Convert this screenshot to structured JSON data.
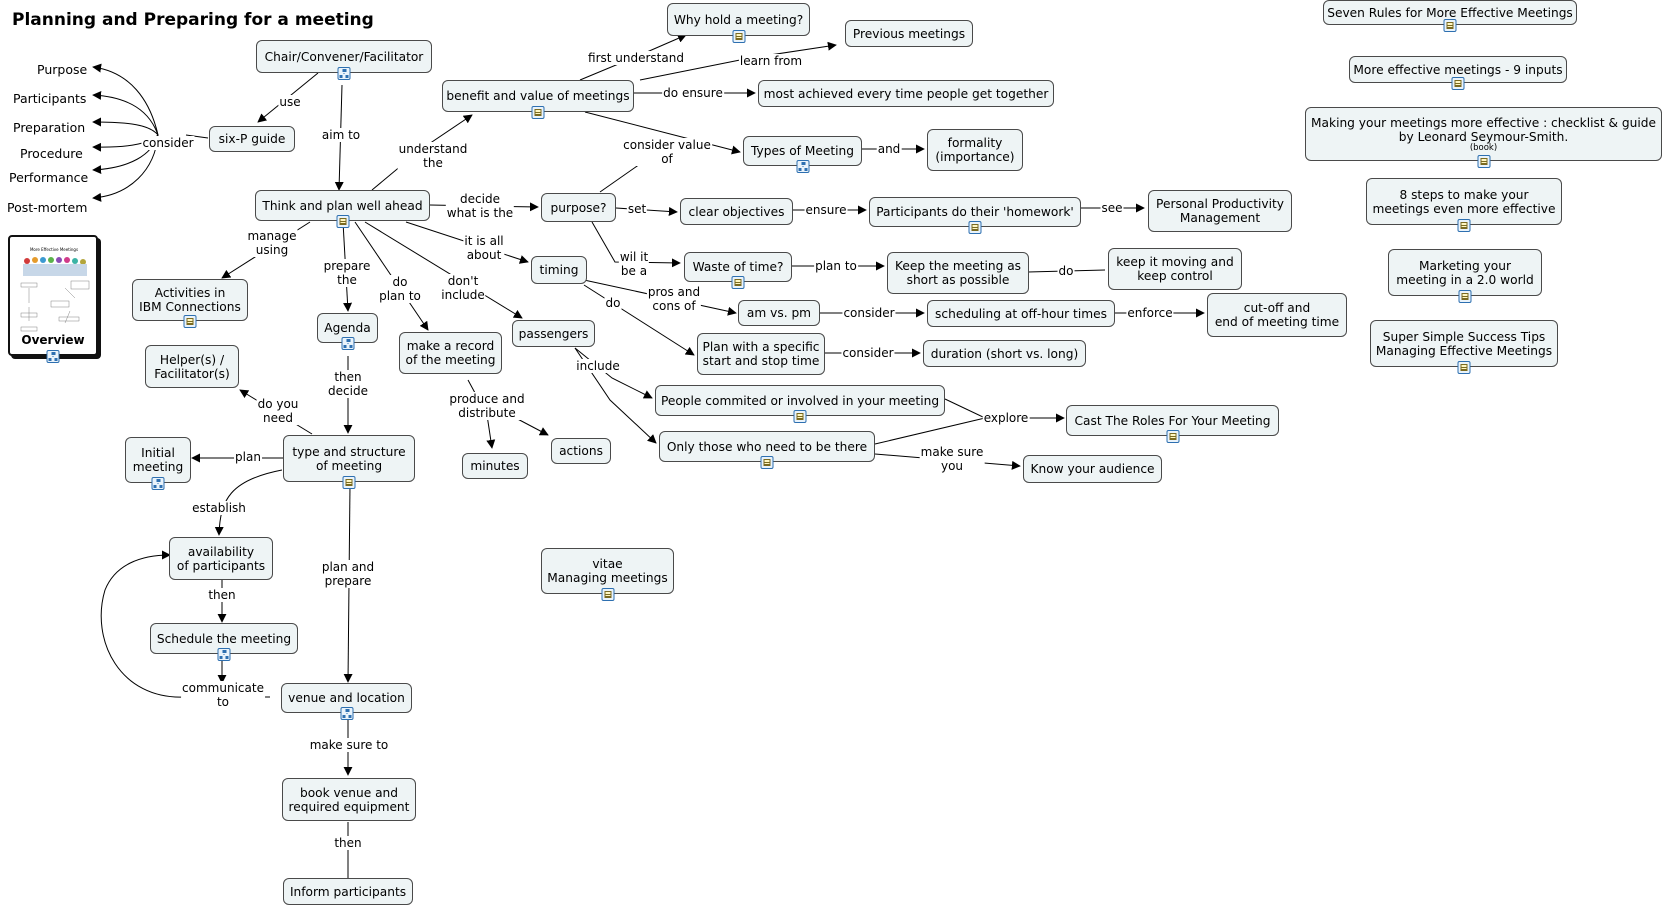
{
  "title": "Planning and Preparing for a meeting",
  "overview": {
    "label": "Overview",
    "thumb_title": "More Effective Meetings"
  },
  "left_terms": [
    "Purpose",
    "Participants",
    "Preparation",
    "Procedure",
    "Performance",
    "Post-mortem"
  ],
  "nodes": {
    "chair": "Chair/Convener/Facilitator",
    "sixp": "six-P guide",
    "think": "Think and plan well ahead",
    "benefit": "benefit and value of meetings",
    "why": "Why hold a meeting?",
    "previous": "Previous meetings",
    "most": "most achieved every time people get together",
    "types": "Types of Meeting",
    "formality": "formality\n(importance)",
    "purpose": "purpose?",
    "clear": "clear objectives",
    "homework": "Participants do their 'homework'",
    "ppm": "Personal Productivity\nManagement",
    "timing": "timing",
    "waste": "Waste of time?",
    "keepshort": "Keep the meeting as\nshort as possible",
    "keepmoving": "keep it moving and\nkeep control",
    "ampm": "am vs. pm",
    "offhour": "scheduling at off-hour times",
    "cutoff": "cut-off and\nend of meeting time",
    "specific": "Plan with a specific\nstart and stop time",
    "duration": "duration (short vs. long)",
    "activities": "Activities in\nIBM Connections",
    "agenda": "Agenda",
    "record": "make a record\nof the meeting",
    "passengers": "passengers",
    "helper": "Helper(s) /\nFacilitator(s)",
    "initial": "Initial\nmeeting",
    "typestruct": "type and structure\nof meeting",
    "minutes": "minutes",
    "actions": "actions",
    "committed": "People commited or involved in your meeting",
    "onlythose": "Only those who need to be there",
    "cast": "Cast The Roles For Your Meeting",
    "audience": "Know your audience",
    "availability": "availability\nof participants",
    "schedule": "Schedule the meeting",
    "venue": "venue and location",
    "book": "book venue and\nrequired equipment",
    "inform": "Inform participants",
    "vitae": "vitae\nManaging meetings",
    "r1": "Seven Rules for More Effective Meetings",
    "r2": "More effective meetings - 9 inputs",
    "r3": "Making your meetings more effective : checklist & guide\nby Leonard Seymour-Smith.",
    "r3sub": "(book)",
    "r4": "8 steps to make your\nmeetings even more effective",
    "r5": "Marketing your\nmeeting in a 2.0 world",
    "r6": "Super Simple Success Tips\nManaging Effective Meetings"
  },
  "edge_labels": {
    "consider": "consider",
    "use": "use",
    "aimto": "aim to",
    "understand": "understand\nthe",
    "first": "first understand",
    "learn": "learn from",
    "doensure": "do ensure",
    "considerval": "consider value\nof",
    "and": "and",
    "decide": "decide\nwhat is the",
    "set": "set",
    "ensure": "ensure",
    "see": "see",
    "itisall": "it is all\nabout",
    "wilit": "wil it\nbe a",
    "planto": "plan to",
    "do1": "do",
    "proscons": "pros and\ncons of",
    "consider2": "consider",
    "enforce": "enforce",
    "do2": "do",
    "consider3": "consider",
    "manage": "manage\nusing",
    "prepare": "prepare\nthe",
    "doplan": "do\nplan to",
    "dont": "don't\ninclude",
    "include": "include",
    "thendecide": "then\ndecide",
    "doyouneed": "do you\nneed",
    "plan": "plan",
    "produce": "produce and\ndistribute",
    "explore": "explore",
    "makesure": "make sure\nyou",
    "establish": "establish",
    "planprepare": "plan and\nprepare",
    "then1": "then",
    "communicate": "communicate\nto",
    "makesureto": "make sure to",
    "then2": "then"
  }
}
